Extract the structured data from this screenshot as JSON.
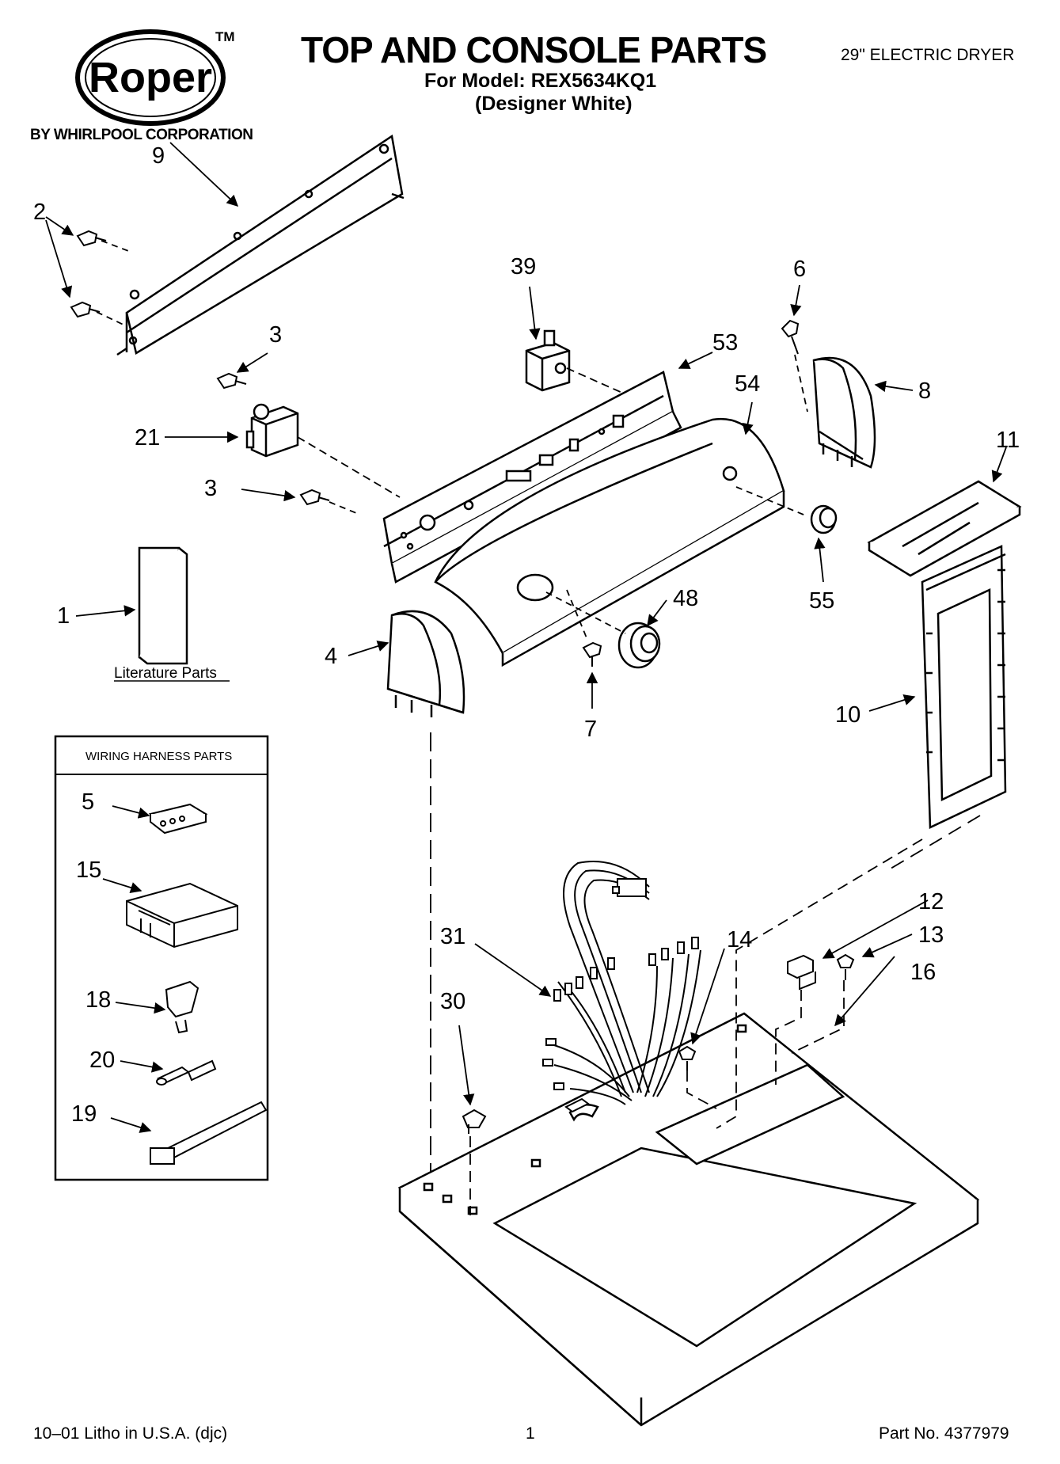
{
  "brand": {
    "logo_text": "Roper",
    "trademark": "TM",
    "byline": "BY WHIRLPOOL CORPORATION"
  },
  "header": {
    "title": "TOP AND CONSOLE PARTS",
    "model_line": "For Model: REX5634KQ1",
    "variant_line": "(Designer White)",
    "product": "29\" ELECTRIC DRYER"
  },
  "literature": {
    "callout": "1",
    "label": "Literature Parts"
  },
  "wiring_box": {
    "title": "WIRING HARNESS PARTS",
    "items": [
      "5",
      "15",
      "18",
      "20",
      "19"
    ]
  },
  "callouts": {
    "c9": "9",
    "c2": "2",
    "c3a": "3",
    "c3b": "3",
    "c21": "21",
    "c39": "39",
    "c53": "53",
    "c54": "54",
    "c6": "6",
    "c8": "8",
    "c11": "11",
    "c55": "55",
    "c48": "48",
    "c4": "4",
    "c7": "7",
    "c10": "10",
    "c12": "12",
    "c13": "13",
    "c14": "14",
    "c16": "16",
    "c31": "31",
    "c30": "30"
  },
  "footer": {
    "left": "10–01 Litho in U.S.A. (djc)",
    "page": "1",
    "part_no": "Part No. 4377979"
  }
}
